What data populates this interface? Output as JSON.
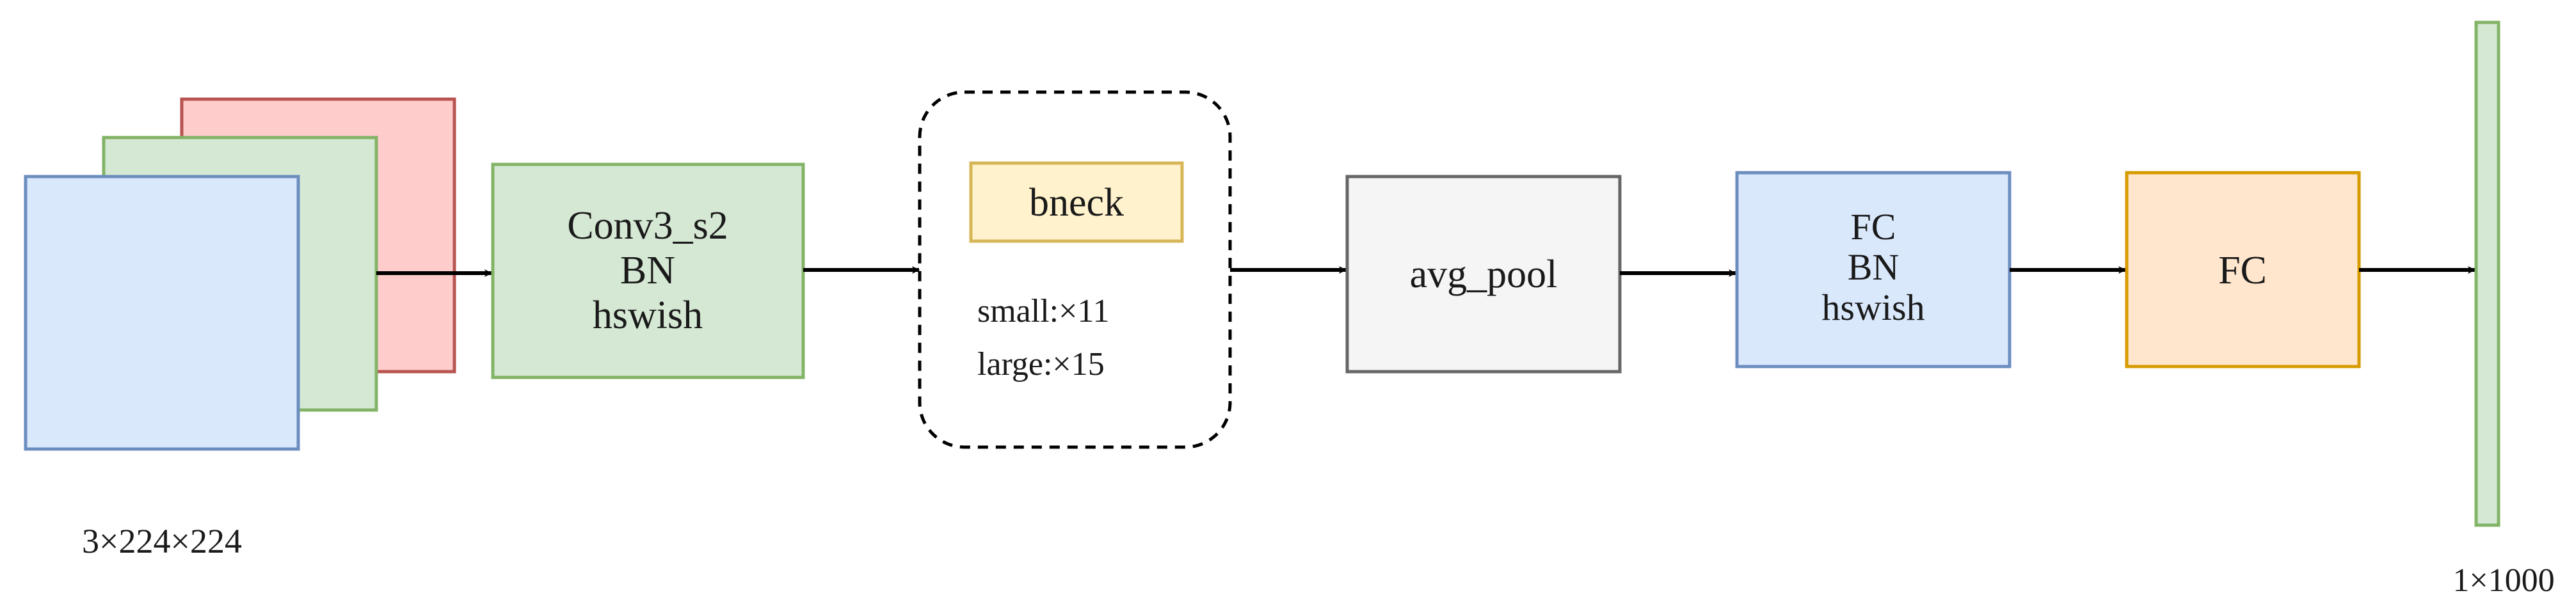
{
  "input": {
    "dims_label": "3×224×224"
  },
  "conv_block": {
    "lines": [
      "Conv3_s2",
      "BN",
      "hswish"
    ]
  },
  "bneck_block": {
    "title": "bneck",
    "repeat_small": "small:×11",
    "repeat_large": "large:×15"
  },
  "pool_block": {
    "label": "avg_pool"
  },
  "fc1_block": {
    "lines": [
      "FC",
      "BN",
      "hswish"
    ]
  },
  "fc2_block": {
    "label": "FC"
  },
  "output": {
    "dims_label": "1×1000"
  },
  "colors": {
    "red_fill": "#ffcccc",
    "red_stroke": "#b85450",
    "green_fill": "#d5e8d4",
    "green_stroke": "#82b366",
    "blue_fill": "#dae8fc",
    "blue_stroke": "#6c8ebf",
    "yellow_fill": "#fff2cc",
    "yellow_stroke": "#d6b656",
    "gray_fill": "#f5f5f5",
    "gray_stroke": "#666666",
    "orange_fill": "#ffe6cc",
    "orange_stroke": "#d79b00"
  }
}
